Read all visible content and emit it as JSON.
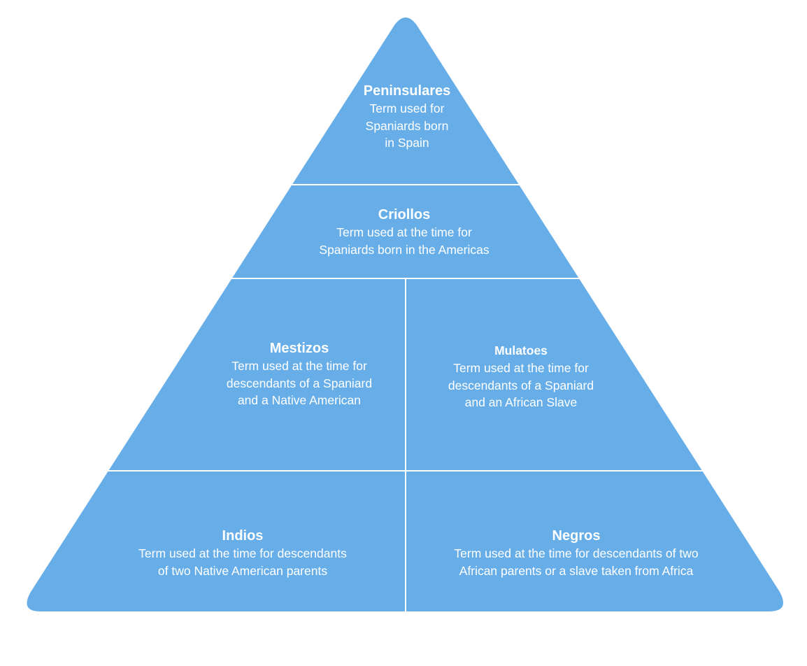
{
  "diagram": {
    "colors": {
      "fill": "#67aee8",
      "divider": "#ffffff",
      "text": "#ffffff",
      "background": "#ffffff"
    },
    "tiers": {
      "peninsulares": {
        "title": "Peninsulares",
        "lines": [
          "Term used for",
          "Spaniards born",
          "in Spain"
        ]
      },
      "criollos": {
        "title": "Criollos",
        "lines": [
          "Term used at the time for",
          "Spaniards born in the Americas"
        ]
      },
      "mestizos": {
        "title": "Mestizos",
        "lines": [
          "Term used at the time for",
          "descendants of a Spaniard",
          "and a Native American"
        ]
      },
      "mulatoes": {
        "title": "Mulatoes",
        "lines": [
          "Term used at the time for",
          "descendants of a Spaniard",
          "and an African Slave"
        ]
      },
      "indios": {
        "title": "Indios",
        "lines": [
          "Term used at the time for descendants",
          "of two Native American parents"
        ]
      },
      "negros": {
        "title": "Negros",
        "lines": [
          "Term used at the time for descendants of two",
          "African parents or a slave taken from Africa"
        ]
      }
    }
  }
}
